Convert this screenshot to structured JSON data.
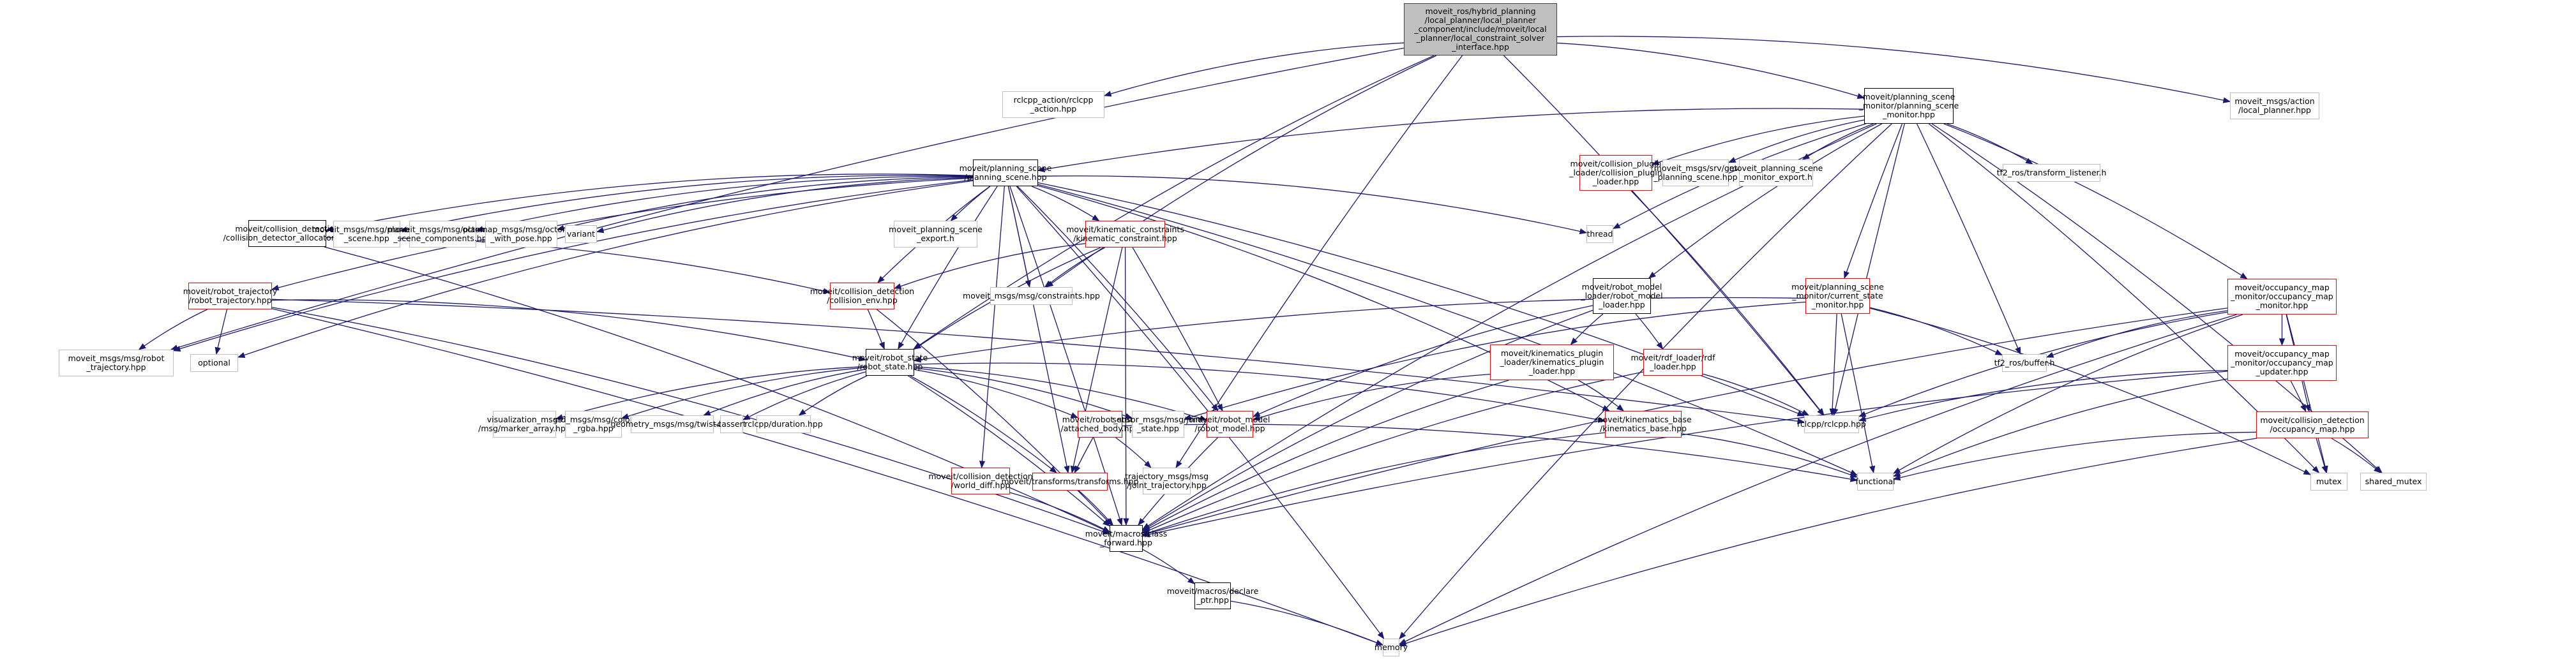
{
  "graph": {
    "title": "Include dependency graph for local_constraint_solver_interface.hpp",
    "edge_color": "#191970",
    "legend_colors": {
      "root_fill": "#bfbfbf",
      "documented_border": "#000000",
      "truncated_border": "#ff0000",
      "external_border": "#bfbfbf"
    },
    "nodes": [
      {
        "id": "root",
        "kind": "root",
        "label": "moveit_ros/hybrid_planning\n/local_planner/local_planner\n_component/include/moveit/local\n_planner/local_constraint_solver\n_interface.hpp"
      },
      {
        "id": "rclcpp_action",
        "kind": "ext",
        "label": "rclcpp_action/rclcpp\n_action.hpp"
      },
      {
        "id": "psm",
        "kind": "doc",
        "label": "moveit/planning_scene\n_monitor/planning_scene\n_monitor.hpp"
      },
      {
        "id": "local_planner_action",
        "kind": "ext",
        "label": "moveit_msgs/action\n/local_planner.hpp"
      },
      {
        "id": "planning_scene",
        "kind": "doc",
        "label": "moveit/planning_scene\n/planning_scene.hpp"
      },
      {
        "id": "collision_plugin_loader",
        "kind": "red",
        "label": "moveit/collision_plugin\n_loader/collision_plugin\n_loader.hpp"
      },
      {
        "id": "get_planning_scene",
        "kind": "ext",
        "label": "moveit_msgs/srv/get\n_planning_scene.hpp"
      },
      {
        "id": "psm_export",
        "kind": "ext",
        "label": "moveit_planning_scene\n_monitor_export.h"
      },
      {
        "id": "transform_listener",
        "kind": "ext",
        "label": "tf2_ros/transform_listener.h"
      },
      {
        "id": "thread",
        "kind": "ext",
        "label": "thread"
      },
      {
        "id": "cd_allocator",
        "kind": "doc",
        "label": "moveit/collision_detection\n/collision_detector_allocator.hpp"
      },
      {
        "id": "msg_planning_scene",
        "kind": "ext",
        "label": "moveit_msgs/msg/planning\n_scene.hpp"
      },
      {
        "id": "msg_ps_components",
        "kind": "ext",
        "label": "moveit_msgs/msg/planning\n_scene_components.hpp"
      },
      {
        "id": "octomap_with_pose",
        "kind": "ext",
        "label": "octomap_msgs/msg/octomap\n_with_pose.hpp"
      },
      {
        "id": "variant",
        "kind": "ext",
        "label": "variant"
      },
      {
        "id": "ps_export",
        "kind": "ext",
        "label": "moveit_planning_scene\n_export.h"
      },
      {
        "id": "kinematic_constraint",
        "kind": "red",
        "label": "moveit/kinematic_constraints\n/kinematic_constraint.hpp"
      },
      {
        "id": "robot_trajectory",
        "kind": "red",
        "label": "moveit/robot_trajectory\n/robot_trajectory.hpp"
      },
      {
        "id": "collision_env",
        "kind": "red",
        "label": "moveit/collision_detection\n/collision_env.hpp"
      },
      {
        "id": "msg_constraints",
        "kind": "ext",
        "label": "moveit_msgs/msg/constraints.hpp"
      },
      {
        "id": "robot_model_loader",
        "kind": "doc",
        "label": "moveit/robot_model\n_loader/robot_model\n_loader.hpp"
      },
      {
        "id": "current_state_monitor",
        "kind": "red",
        "label": "moveit/planning_scene\n_monitor/current_state\n_monitor.hpp"
      },
      {
        "id": "occ_map_monitor",
        "kind": "red",
        "label": "moveit/occupancy_map\n_monitor/occupancy_map\n_monitor.hpp"
      },
      {
        "id": "msg_robot_trajectory",
        "kind": "ext",
        "label": "moveit_msgs/msg/robot\n_trajectory.hpp"
      },
      {
        "id": "optional",
        "kind": "ext",
        "label": "optional"
      },
      {
        "id": "robot_state",
        "kind": "doc",
        "label": "moveit/robot_state\n/robot_state.hpp"
      },
      {
        "id": "kinematics_plugin_loader",
        "kind": "red",
        "label": "moveit/kinematics_plugin\n_loader/kinematics_plugin\n_loader.hpp"
      },
      {
        "id": "rdf_loader",
        "kind": "red",
        "label": "moveit/rdf_loader/rdf\n_loader.hpp"
      },
      {
        "id": "tf2_buffer",
        "kind": "ext",
        "label": "tf2_ros/buffer.h"
      },
      {
        "id": "occ_map_updater",
        "kind": "red",
        "label": "moveit/occupancy_map\n_monitor/occupancy_map\n_updater.hpp"
      },
      {
        "id": "rclcpp",
        "kind": "ext",
        "label": "rclcpp/rclcpp.hpp"
      },
      {
        "id": "marker_array",
        "kind": "ext",
        "label": "visualization_msgs\n/msg/marker_array.hpp"
      },
      {
        "id": "color_rgba",
        "kind": "ext",
        "label": "std_msgs/msg/color\n_rgba.hpp"
      },
      {
        "id": "twist",
        "kind": "ext",
        "label": "geometry_msgs/msg/twist.hpp"
      },
      {
        "id": "cassert",
        "kind": "ext",
        "label": "cassert"
      },
      {
        "id": "rclcpp_duration",
        "kind": "ext",
        "label": "rclcpp/duration.hpp"
      },
      {
        "id": "attached_body",
        "kind": "red",
        "label": "moveit/robot_state\n/attached_body.hpp"
      },
      {
        "id": "joint_state",
        "kind": "ext",
        "label": "sensor_msgs/msg/joint\n_state.hpp"
      },
      {
        "id": "robot_model",
        "kind": "red",
        "label": "moveit/robot_model\n/robot_model.hpp"
      },
      {
        "id": "kinematics_base",
        "kind": "red",
        "label": "moveit/kinematics_base\n/kinematics_base.hpp"
      },
      {
        "id": "occupancy_map",
        "kind": "red",
        "label": "moveit/collision_detection\n/occupancy_map.hpp"
      },
      {
        "id": "world_diff",
        "kind": "red",
        "label": "moveit/collision_detection\n/world_diff.hpp"
      },
      {
        "id": "transforms",
        "kind": "red",
        "label": "moveit/transforms/transforms.hpp"
      },
      {
        "id": "joint_trajectory",
        "kind": "ext",
        "label": "trajectory_msgs/msg\n/joint_trajectory.hpp"
      },
      {
        "id": "functional",
        "kind": "ext",
        "label": "functional"
      },
      {
        "id": "mutex",
        "kind": "ext",
        "label": "mutex"
      },
      {
        "id": "shared_mutex",
        "kind": "ext",
        "label": "shared_mutex"
      },
      {
        "id": "class_forward",
        "kind": "doc",
        "label": "moveit/macros/class\n_forward.hpp"
      },
      {
        "id": "declare_ptr",
        "kind": "doc",
        "label": "moveit/macros/declare\n_ptr.hpp"
      },
      {
        "id": "memory",
        "kind": "ext",
        "label": "memory"
      }
    ],
    "edges": [
      [
        "root",
        "rclcpp_action"
      ],
      [
        "root",
        "psm"
      ],
      [
        "root",
        "local_planner_action"
      ],
      [
        "root",
        "msg_robot_trajectory"
      ],
      [
        "root",
        "robot_state"
      ],
      [
        "root",
        "msg_constraints"
      ],
      [
        "root",
        "joint_trajectory"
      ],
      [
        "root",
        "rclcpp"
      ],
      [
        "psm",
        "planning_scene"
      ],
      [
        "psm",
        "collision_plugin_loader"
      ],
      [
        "psm",
        "get_planning_scene"
      ],
      [
        "psm",
        "psm_export"
      ],
      [
        "psm",
        "transform_listener"
      ],
      [
        "psm",
        "thread"
      ],
      [
        "psm",
        "robot_model_loader"
      ],
      [
        "psm",
        "current_state_monitor"
      ],
      [
        "psm",
        "occ_map_monitor"
      ],
      [
        "psm",
        "tf2_buffer"
      ],
      [
        "psm",
        "rclcpp"
      ],
      [
        "psm",
        "mutex"
      ],
      [
        "psm",
        "shared_mutex"
      ],
      [
        "psm",
        "memory"
      ],
      [
        "psm",
        "class_forward"
      ],
      [
        "planning_scene",
        "cd_allocator"
      ],
      [
        "planning_scene",
        "msg_planning_scene"
      ],
      [
        "planning_scene",
        "msg_ps_components"
      ],
      [
        "planning_scene",
        "octomap_with_pose"
      ],
      [
        "planning_scene",
        "variant"
      ],
      [
        "planning_scene",
        "ps_export"
      ],
      [
        "planning_scene",
        "kinematic_constraint"
      ],
      [
        "planning_scene",
        "robot_trajectory"
      ],
      [
        "planning_scene",
        "collision_env"
      ],
      [
        "planning_scene",
        "msg_constraints"
      ],
      [
        "planning_scene",
        "thread"
      ],
      [
        "planning_scene",
        "msg_robot_trajectory"
      ],
      [
        "planning_scene",
        "optional"
      ],
      [
        "planning_scene",
        "robot_state"
      ],
      [
        "planning_scene",
        "world_diff"
      ],
      [
        "planning_scene",
        "transforms"
      ],
      [
        "planning_scene",
        "robot_model"
      ],
      [
        "planning_scene",
        "kinematics_base"
      ],
      [
        "planning_scene",
        "functional"
      ],
      [
        "planning_scene",
        "rclcpp"
      ],
      [
        "planning_scene",
        "class_forward"
      ],
      [
        "planning_scene",
        "memory"
      ],
      [
        "cd_allocator",
        "collision_env"
      ],
      [
        "cd_allocator",
        "class_forward"
      ],
      [
        "kinematic_constraint",
        "collision_env"
      ],
      [
        "kinematic_constraint",
        "msg_constraints"
      ],
      [
        "kinematic_constraint",
        "robot_state"
      ],
      [
        "kinematic_constraint",
        "robot_model"
      ],
      [
        "kinematic_constraint",
        "transforms"
      ],
      [
        "kinematic_constraint",
        "class_forward"
      ],
      [
        "robot_trajectory",
        "msg_robot_trajectory"
      ],
      [
        "robot_trajectory",
        "optional"
      ],
      [
        "robot_trajectory",
        "robot_state"
      ],
      [
        "robot_trajectory",
        "rclcpp"
      ],
      [
        "robot_trajectory",
        "class_forward"
      ],
      [
        "robot_trajectory",
        "memory"
      ],
      [
        "collision_env",
        "robot_state"
      ],
      [
        "collision_env",
        "class_forward"
      ],
      [
        "robot_model_loader",
        "kinematics_plugin_loader"
      ],
      [
        "robot_model_loader",
        "rdf_loader"
      ],
      [
        "robot_model_loader",
        "robot_model"
      ],
      [
        "robot_model_loader",
        "class_forward"
      ],
      [
        "current_state_monitor",
        "robot_state"
      ],
      [
        "current_state_monitor",
        "joint_state"
      ],
      [
        "current_state_monitor",
        "tf2_buffer"
      ],
      [
        "current_state_monitor",
        "rclcpp"
      ],
      [
        "current_state_monitor",
        "functional"
      ],
      [
        "current_state_monitor",
        "mutex"
      ],
      [
        "occ_map_monitor",
        "occ_map_updater"
      ],
      [
        "occ_map_monitor",
        "occupancy_map"
      ],
      [
        "occ_map_monitor",
        "tf2_buffer"
      ],
      [
        "occ_map_monitor",
        "rclcpp"
      ],
      [
        "occ_map_monitor",
        "functional"
      ],
      [
        "occ_map_monitor",
        "mutex"
      ],
      [
        "occ_map_monitor",
        "class_forward"
      ],
      [
        "occ_map_monitor",
        "memory"
      ],
      [
        "occ_map_updater",
        "occupancy_map"
      ],
      [
        "occ_map_updater",
        "rclcpp"
      ],
      [
        "occ_map_updater",
        "functional"
      ],
      [
        "occ_map_updater",
        "class_forward"
      ],
      [
        "occupancy_map",
        "mutex"
      ],
      [
        "occupancy_map",
        "shared_mutex"
      ],
      [
        "occupancy_map",
        "functional"
      ],
      [
        "occupancy_map",
        "memory"
      ],
      [
        "robot_state",
        "marker_array"
      ],
      [
        "robot_state",
        "color_rgba"
      ],
      [
        "robot_state",
        "twist"
      ],
      [
        "robot_state",
        "cassert"
      ],
      [
        "robot_state",
        "rclcpp_duration"
      ],
      [
        "robot_state",
        "attached_body"
      ],
      [
        "robot_state",
        "joint_state"
      ],
      [
        "robot_state",
        "robot_model"
      ],
      [
        "robot_state",
        "transforms"
      ],
      [
        "robot_state",
        "kinematics_base"
      ],
      [
        "robot_state",
        "class_forward"
      ],
      [
        "attached_body",
        "transforms"
      ],
      [
        "attached_body",
        "joint_trajectory"
      ],
      [
        "attached_body",
        "functional"
      ],
      [
        "kinematics_plugin_loader",
        "kinematics_base"
      ],
      [
        "kinematics_plugin_loader",
        "robot_model"
      ],
      [
        "kinematics_plugin_loader",
        "class_forward"
      ],
      [
        "rdf_loader",
        "rclcpp"
      ],
      [
        "rdf_loader",
        "class_forward"
      ],
      [
        "robot_model",
        "class_forward"
      ],
      [
        "kinematics_base",
        "functional"
      ],
      [
        "kinematics_base",
        "class_forward"
      ],
      [
        "world_diff",
        "class_forward"
      ],
      [
        "transforms",
        "class_forward"
      ],
      [
        "collision_plugin_loader",
        "rclcpp"
      ],
      [
        "class_forward",
        "declare_ptr"
      ],
      [
        "declare_ptr",
        "memory"
      ]
    ]
  }
}
